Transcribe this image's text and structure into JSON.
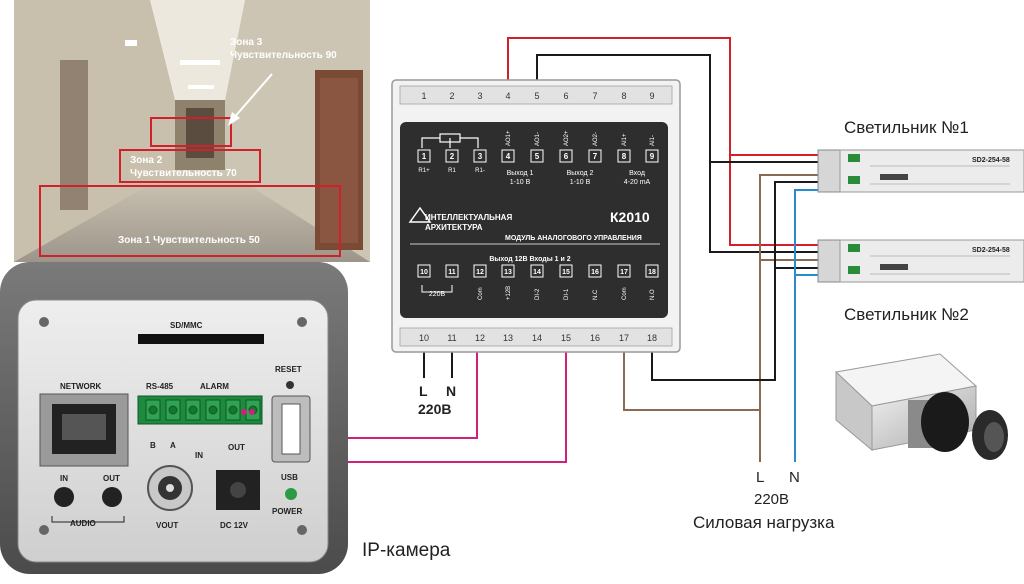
{
  "photo": {
    "zone3_line1": "Зона 3",
    "zone3_line2": "Чувствительность 90",
    "zone2_line1": "Зона 2",
    "zone2_line2": "Чувствительность 70",
    "zone1": "Зона 1 Чувствительность 50"
  },
  "module": {
    "top_terminals": [
      "1",
      "2",
      "3",
      "4",
      "5",
      "6",
      "7",
      "8",
      "9"
    ],
    "bottom_terminals": [
      "10",
      "11",
      "12",
      "13",
      "14",
      "15",
      "16",
      "17",
      "18"
    ],
    "brand_line1": "ИНТЕЛЛЕКТУАЛЬНАЯ",
    "brand_line2": "АРХИТЕКТУРА",
    "model": "К2010",
    "subtitle": "МОДУЛЬ АНАЛОГОВОГО УПРАВЛЕНИЯ",
    "top_pins": [
      {
        "num": "1",
        "label": "R1+"
      },
      {
        "num": "2",
        "label": "R1"
      },
      {
        "num": "3",
        "label": "R1-"
      },
      {
        "num": "4",
        "label": "AO1+"
      },
      {
        "num": "5",
        "label": "AO1-"
      },
      {
        "num": "6",
        "label": "AO2+"
      },
      {
        "num": "7",
        "label": "AO2-"
      },
      {
        "num": "8",
        "label": "AI1+"
      },
      {
        "num": "9",
        "label": "AI1-"
      }
    ],
    "out1_line1": "Выход 1",
    "out1_line2": "1-10 В",
    "out2_line1": "Выход 2",
    "out2_line2": "1-10 В",
    "in_line1": "Вход",
    "in_line2": "4-20 mA",
    "bottom_header": "Выход 12В Входы 1 и 2",
    "bottom_pins": [
      {
        "num": "10",
        "label": ""
      },
      {
        "num": "11",
        "label": ""
      },
      {
        "num": "12",
        "label": "Com"
      },
      {
        "num": "13",
        "label": "+12В"
      },
      {
        "num": "14",
        "label": "DI-2"
      },
      {
        "num": "15",
        "label": "DI-1"
      },
      {
        "num": "16",
        "label": "N.C"
      },
      {
        "num": "17",
        "label": "Com"
      },
      {
        "num": "18",
        "label": "N.O"
      }
    ],
    "v220_label": "220В"
  },
  "supply_left": {
    "l": "L",
    "n": "N",
    "voltage": "220В"
  },
  "supply_right": {
    "l": "L",
    "n": "N",
    "voltage": "220В",
    "caption": "Силовая нагрузка"
  },
  "lamp1": {
    "title": "Светильник №1",
    "model": "SD2-254-58"
  },
  "lamp2": {
    "title": "Светильник №2",
    "model": "SD2-254-58"
  },
  "camera_panel": {
    "sd": "SD/MMC",
    "reset": "RESET",
    "network": "NETWORK",
    "rs485": "RS-485",
    "alarm": "ALARM",
    "b": "B",
    "a": "A",
    "in_alarm": "IN",
    "out_alarm": "OUT",
    "in": "IN",
    "out": "OUT",
    "audio": "AUDIO",
    "vout": "VOUT",
    "dc": "DC 12V",
    "usb": "USB",
    "power": "POWER",
    "caption": "IP-камера"
  },
  "colors": {
    "red_wire": "#d2202a",
    "black_wire": "#1a1a1a",
    "brown_wire": "#8a6a52",
    "blue_wire": "#2a8ccf",
    "pink_wire": "#d0207a"
  }
}
